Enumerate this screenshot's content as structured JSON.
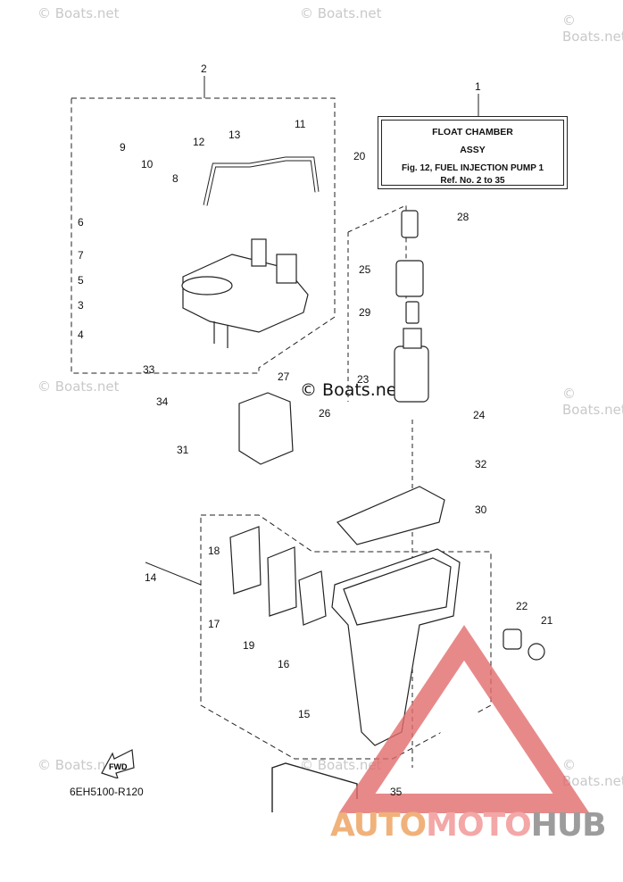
{
  "watermark_text": "© Boats.net",
  "center_watermark": "© Boats.net",
  "title_box": {
    "line1": "FLOAT CHAMBER",
    "line2": "ASSY",
    "line3": "Fig. 12, FUEL INJECTION PUMP 1",
    "line4": "Ref. No. 2 to 35"
  },
  "part_numbers": [
    "1",
    "2",
    "3",
    "4",
    "5",
    "6",
    "7",
    "8",
    "9",
    "10",
    "11",
    "12",
    "13",
    "14",
    "15",
    "16",
    "17",
    "18",
    "19",
    "20",
    "21",
    "22",
    "23",
    "24",
    "25",
    "26",
    "27",
    "28",
    "29",
    "30",
    "31",
    "32",
    "33",
    "34",
    "35"
  ],
  "direction_label": "FWD",
  "figure_code": "6EH5100-R120",
  "logo": {
    "part1": "AUTO",
    "part2": "MOTO",
    "part3": "HUB",
    "colors": {
      "auto": "#f0b27a",
      "moto": "#f3a7a7",
      "hub": "#9c9c9c",
      "triangle": "#e26b6b"
    }
  }
}
